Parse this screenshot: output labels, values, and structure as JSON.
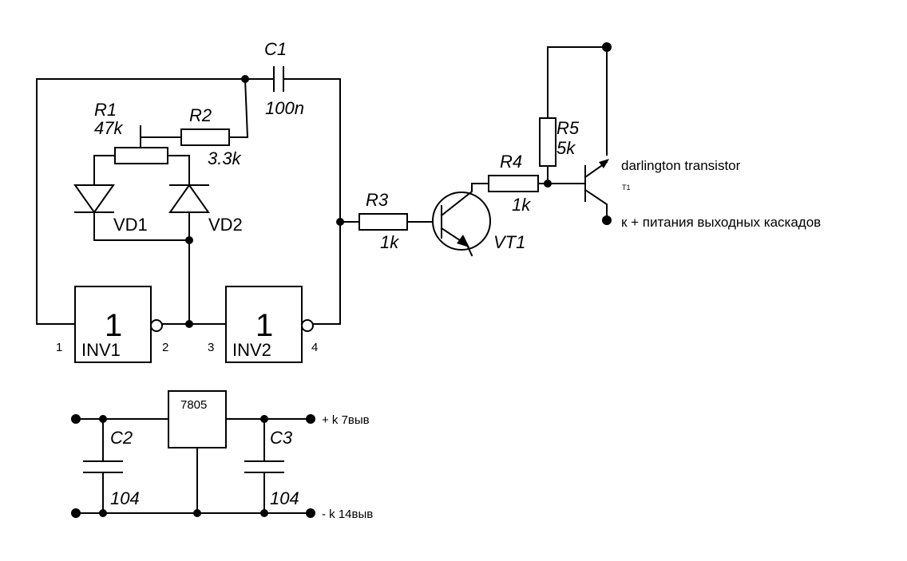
{
  "labels": {
    "c1_name": "C1",
    "c1_value": "100n",
    "r1_name": "R1",
    "r1_value": "47k",
    "r2_name": "R2",
    "r2_value": "3.3k",
    "r3_name": "R3",
    "r3_value": "1k",
    "r4_name": "R4",
    "r4_value": "1k",
    "r5_name": "R5",
    "r5_value": "5k",
    "vd1": "VD1",
    "vd2": "VD2",
    "vt1": "VT1",
    "inv_symbol": "1",
    "inv1_name": "INV1",
    "inv2_name": "INV2",
    "pin1": "1",
    "pin2": "2",
    "pin3": "3",
    "pin4": "4",
    "darlington": "darlington transistor",
    "t1": "T1",
    "power_out": "к + питания выходных каскадов",
    "regulator": "7805",
    "c2_name": "C2",
    "c2_value": "104",
    "c3_name": "C3",
    "c3_value": "104",
    "plus_pin": "+ k 7выв",
    "minus_pin": "- k 14выв"
  }
}
